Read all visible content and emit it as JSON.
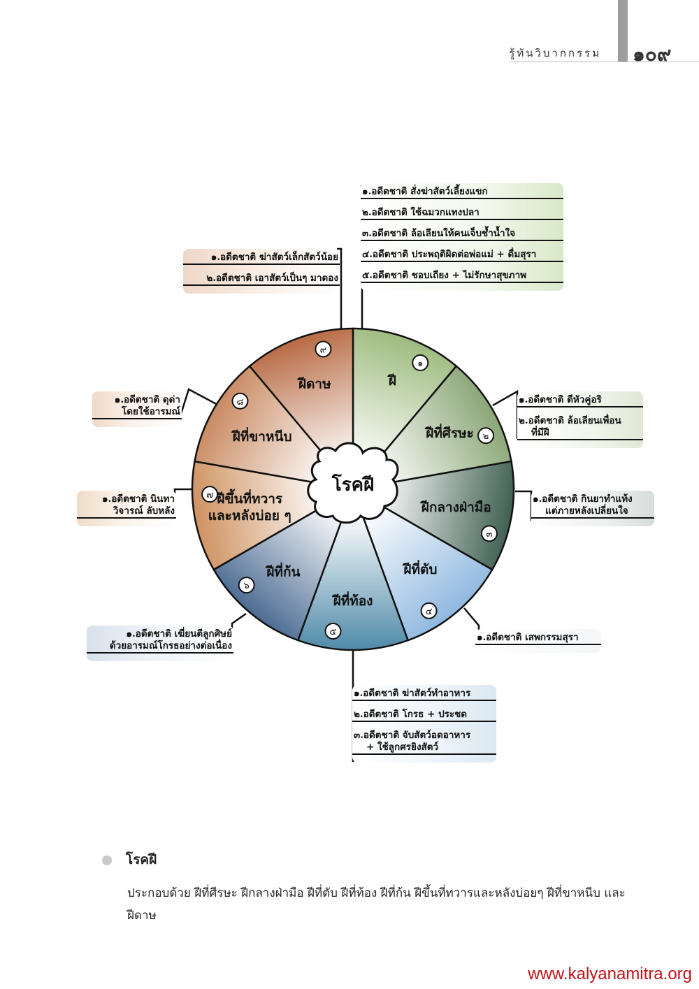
{
  "header": {
    "book_title": "รู้ทันวิบากกรรม",
    "page_number": "๑๐๙"
  },
  "diagram": {
    "center": "โรคฝี",
    "sectors": [
      {
        "num": "๑",
        "name": "ฝี",
        "color": "#9dbb7e"
      },
      {
        "num": "๒",
        "name": "ฝีที่ศีรษะ",
        "color": "#8aa676"
      },
      {
        "num": "๓",
        "name": "ฝีกลางฝ่ามือ",
        "color": "#3f5f52"
      },
      {
        "num": "๔",
        "name": "ฝีที่ตับ",
        "color": "#8fb8e0"
      },
      {
        "num": "๕",
        "name": "ฝีที่ท้อง",
        "color": "#4f8aa8"
      },
      {
        "num": "๖",
        "name": "ฝีที่ก้น",
        "color": "#4c6c93"
      },
      {
        "num": "๗",
        "name": "ฝีขึ้นที่ทวาร และหลังบ่อย ๆ",
        "color": "#cf9261"
      },
      {
        "num": "๘",
        "name": "ฝีที่ขาหนีบ",
        "color": "#c98a62"
      },
      {
        "num": "๙",
        "name": "ฝีดาษ",
        "color": "#b86b44"
      }
    ],
    "boxes": {
      "b1": [
        "๑.อดีตชาติ สั่งฆ่าสัตว์เลี้ยงแขก",
        "๒.อดีตชาติ ใช้ฉมวกแทงปลา",
        "๓.อดีตชาติ ล้อเลียนให้คนเจ็บช้ำน้ำใจ",
        "๔.อดีตชาติ ประพฤติผิดต่อพ่อแม่ + ดื่มสุรา",
        "๕.อดีตชาติ ชอบเถียง + ไม่รักษาสุขภาพ"
      ],
      "b2": [
        "๑.อดีตชาติ ตีหัวคู่อริ",
        "๒.อดีตชาติ ล้อเลียนเพื่อน|ที่มีฝี"
      ],
      "b3": [
        "๑.อดีตชาติ กินยาทำแท้ง|แต่ภายหลังเปลี่ยนใจ"
      ],
      "b4": [
        "๑.อดีตชาติ เสพกรรมสุรา"
      ],
      "b5": [
        "๑.อดีตชาติ ฆ่าสัตว์ทำอาหาร",
        "๒.อดีตชาติ โกรธ + ประชด",
        "๓.อดีตชาติ จับสัตว์อดอาหาร|+ ใช้ลูกศรยิงสัตว์"
      ],
      "b6": [
        "๑.อดีตชาติ เฆี่ยนตีลูกศิษย์|ด้วยอารมณ์โกรธอย่างต่อเนื่อง"
      ],
      "b7": [
        "๑.อดีตชาติ นินทา|วิจารณ์ ลับหลัง"
      ],
      "b8": [
        "๑.อดีตชาติ ดุด่า|โดยใช้อารมณ์"
      ],
      "b9": [
        "๑.อดีตชาติ ฆ่าสัตว์เล็กสัตว์น้อย",
        "๒.อดีตชาติ เอาสัตว์เป็นๆ มาดอง"
      ]
    }
  },
  "legend": {
    "title": "โรคฝี",
    "text": "ประกอบด้วย ฝีที่ศีรษะ ฝีกลางฝ่ามือ ฝีที่ตับ ฝีที่ท้อง ฝีที่ก้น ฝีขึ้นที่ทวารและหลังบ่อยๆ ฝีที่ขาหนีบ และฝีดาษ"
  },
  "footer": {
    "website": "www.kalyanamitra.org"
  }
}
